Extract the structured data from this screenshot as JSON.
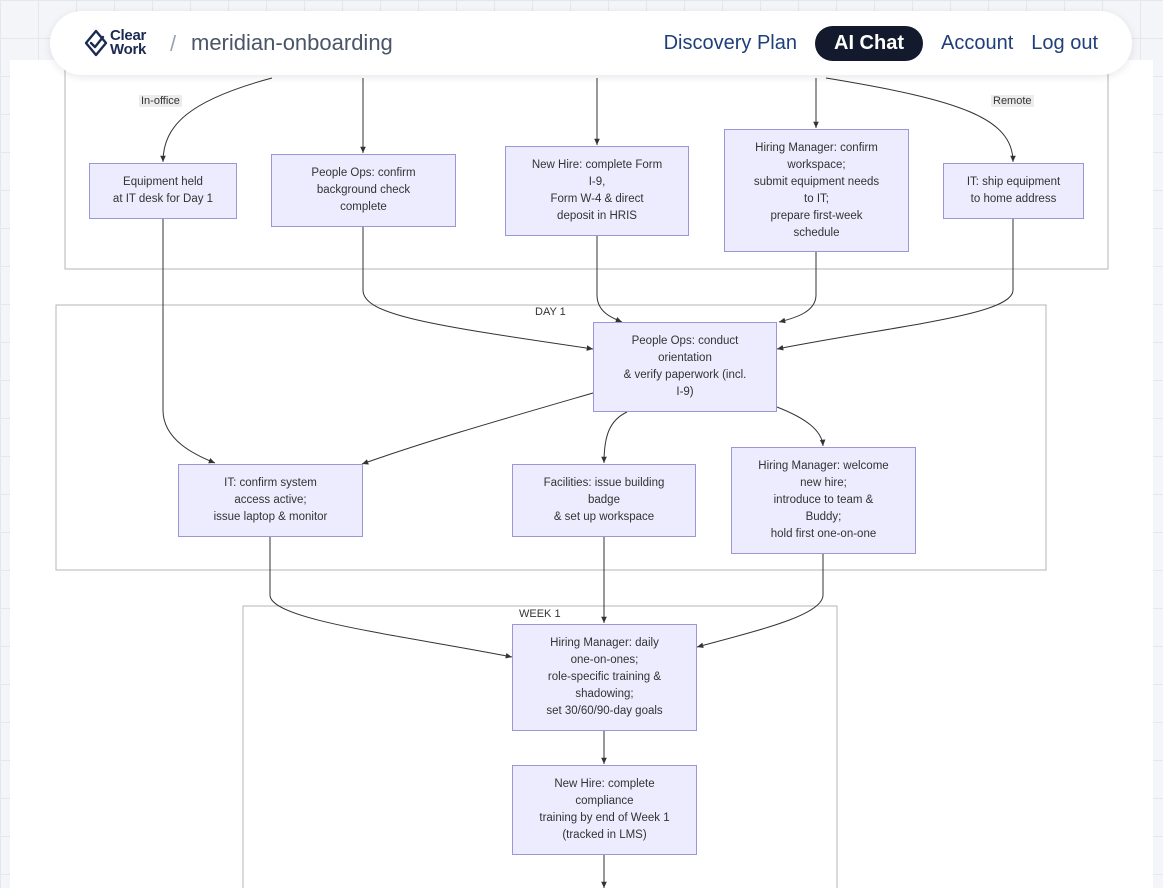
{
  "header": {
    "logo_line1": "Clear",
    "logo_line2": "Work",
    "breadcrumb_separator": "/",
    "project_name": "meridian-onboarding",
    "nav": [
      {
        "label": "Discovery Plan",
        "active": false
      },
      {
        "label": "AI Chat",
        "active": true
      },
      {
        "label": "Account",
        "active": false
      },
      {
        "label": "Log out",
        "active": false
      }
    ]
  },
  "diagram": {
    "clusters": [
      {
        "id": "pre",
        "label": ""
      },
      {
        "id": "day1",
        "label": "DAY 1"
      },
      {
        "id": "week1",
        "label": "WEEK 1"
      }
    ],
    "edge_labels": {
      "in_office": "In-office",
      "remote": "Remote"
    },
    "nodes": {
      "equipment_held": "Equipment held\nat IT desk for Day 1",
      "bg_check": "People Ops: confirm\nbackground check\ncomplete",
      "form_i9": "New Hire: complete Form\nI-9,\nForm W-4 & direct\ndeposit in HRIS",
      "hm_workspace": "Hiring Manager: confirm\nworkspace;\nsubmit equipment needs\nto IT;\nprepare first-week\nschedule",
      "it_ship": "IT: ship equipment\nto home address",
      "orientation": "People Ops: conduct\norientation\n& verify paperwork (incl.\nI-9)",
      "it_access": "IT: confirm system\naccess active;\nissue laptop & monitor",
      "facilities": "Facilities: issue building\nbadge\n& set up workspace",
      "hm_welcome": "Hiring Manager: welcome\nnew hire;\nintroduce to team &\nBuddy;\nhold first one-on-one",
      "hm_daily": "Hiring Manager: daily\none-on-ones;\nrole-specific training &\nshadowing;\nset 30/60/90-day goals",
      "compliance": "New Hire: complete\ncompliance\ntraining by end of Week 1\n(tracked in LMS)"
    }
  },
  "colors": {
    "node_fill": "#ececfe",
    "node_stroke": "#9b96d8",
    "edge": "#333333",
    "nav_active_bg": "#141a2e",
    "nav_link": "#1f3f7a",
    "brand": "#1b2a52"
  }
}
